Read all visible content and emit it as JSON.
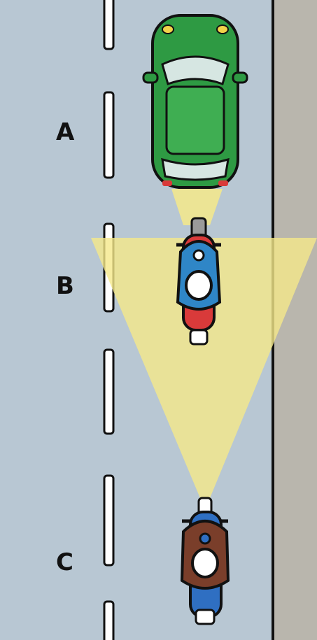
{
  "labels": {
    "a": "A",
    "b": "B",
    "c": "C"
  },
  "colors": {
    "road": "#b8c7d3",
    "verge": "#b9b6ad",
    "edge_line": "#111111",
    "lane_dash": "#ffffff",
    "beam": "#f5e98a",
    "car_body": "#2e9a43",
    "car_roof": "#3fae52",
    "moto_a_tank": "#d93a3a",
    "moto_a_rider_jacket": "#2f86c7",
    "moto_c_rider_jacket": "#7a3e2a",
    "moto_c_body": "#2f6fc2",
    "helmet": "#ffffff"
  },
  "icons": [
    "green-car-icon",
    "motorcycle-red-icon",
    "motorcycle-blue-icon"
  ]
}
